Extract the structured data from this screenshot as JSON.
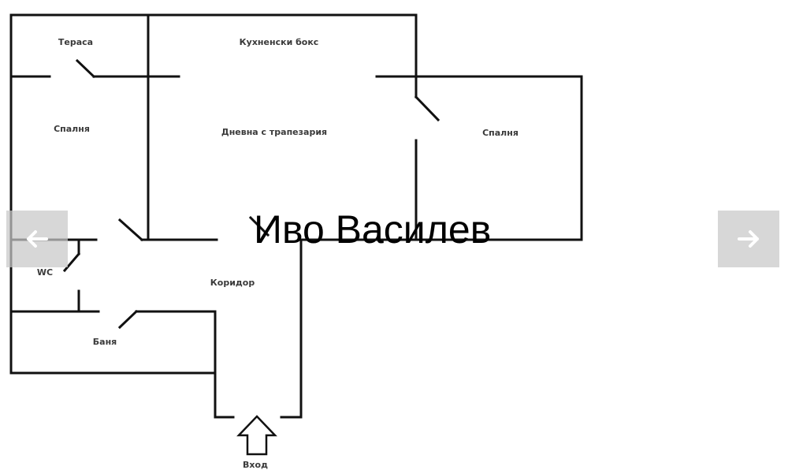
{
  "gallery": {
    "watermark": "Иво Василев",
    "prev_icon": "arrow-left-icon",
    "next_icon": "arrow-right-icon"
  },
  "floor_plan": {
    "rooms": {
      "terrace": "Тераса",
      "kitchen": "Кухненски бокс",
      "bedroom_left": "Спалня",
      "living_dining": "Дневна с трапезария",
      "bedroom_right": "Спалня",
      "wc": "WC",
      "corridor": "Коридор",
      "bathroom": "Баня",
      "entrance": "Вход"
    }
  },
  "colors": {
    "wall": "#111111",
    "label": "#3a3a3a",
    "nav_bg": "#c8c8c8",
    "nav_arrow": "#ffffff"
  }
}
